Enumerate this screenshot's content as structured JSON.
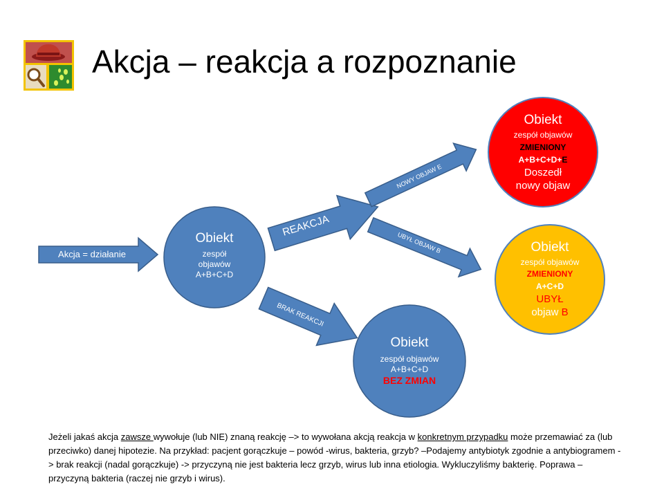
{
  "title": "Akcja – reakcja a rozpoznanie",
  "colors": {
    "blue": "#4f81bd",
    "blue_stroke": "#385d8a",
    "red": "#ff0000",
    "yellow": "#ffc000",
    "logo_bg": "#c0504d"
  },
  "logo": {
    "icons": [
      "detective-hat-icon",
      "magnifier-icon",
      "footprints-icon"
    ]
  },
  "arrows": {
    "action": "Akcja = działanie",
    "reaction": "REAKCJA",
    "no_reaction": "BRAK  REAKCJI",
    "new_symptom": "NOWY OBJAW  E",
    "lost_symptom": "UBYŁ  OBJAW  B"
  },
  "nodes": {
    "start": {
      "title": "Obiekt",
      "l1": "zespół",
      "l2": "objawów",
      "l3": "A+B+C+D"
    },
    "nochange": {
      "title": "Obiekt",
      "l1": "zespół objawów",
      "l2": "A+B+C+D",
      "l3": "BEZ ZMIAN"
    },
    "changed_new": {
      "title": "Obiekt",
      "l1": "zespół objawów",
      "l2": "ZMIENIONY",
      "l3a": "A+B+C+D+",
      "l3b": "E",
      "l4": "Doszedł",
      "l5": "nowy objaw"
    },
    "changed_lost": {
      "title": "Obiekt",
      "l1": "zespół objawów",
      "l2": "ZMIENIONY",
      "l3": "A+C+D",
      "l4": "UBYŁ",
      "l5a": "objaw ",
      "l5b": "B"
    }
  },
  "footer": {
    "p1": "Jeżeli jakaś akcja ",
    "p2": "zawsze ",
    "p3": "wywołuje (lub NIE) znaną reakcję –> to wywołana akcją reakcja w ",
    "p4": "konkretnym  przypadku",
    "p5": " może przemawiać  za (lub przeciwko)  danej hipotezie.  Na przykład:  pacjent gorączkuje – powód -wirus, bakteria, grzyb? –Podajemy antybiotyk zgodnie a antybiogramem -> brak reakcji (nadal gorączkuje) -> przyczyną nie jest bakteria lecz grzyb, wirus lub inna etiologia. Wykluczyliśmy bakterię. Poprawa – przyczyną bakteria (raczej nie grzyb i wirus)."
  }
}
